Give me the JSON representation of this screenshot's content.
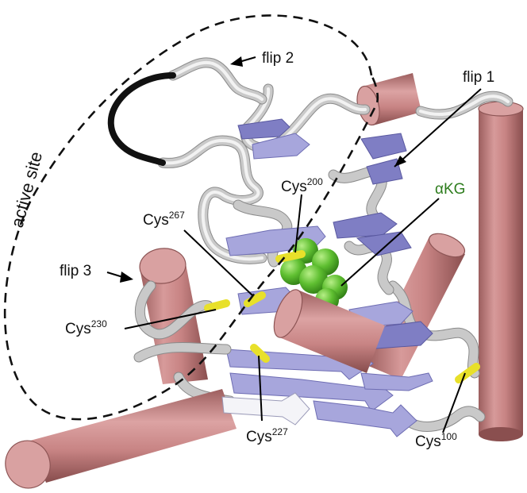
{
  "labels": {
    "flip2": "flip 2",
    "flip1": "flip 1",
    "flip3": "flip 3",
    "active_site": "active site",
    "akg": "αKG",
    "cys200_base": "Cys",
    "cys200_sup": "200",
    "cys267_base": "Cys",
    "cys267_sup": "267",
    "cys230_base": "Cys",
    "cys230_sup": "230",
    "cys227_base": "Cys",
    "cys227_sup": "227",
    "cys100_base": "Cys",
    "cys100_sup": "100"
  },
  "colors": {
    "helix": "#c98585",
    "sheet": "#a7a6dc",
    "loop": "#c9c9c9",
    "flip2_loop": "#111111",
    "cysteine": "#e8e02a",
    "ligand": "#5bbd2f",
    "akg_text": "#2e7d1e"
  }
}
